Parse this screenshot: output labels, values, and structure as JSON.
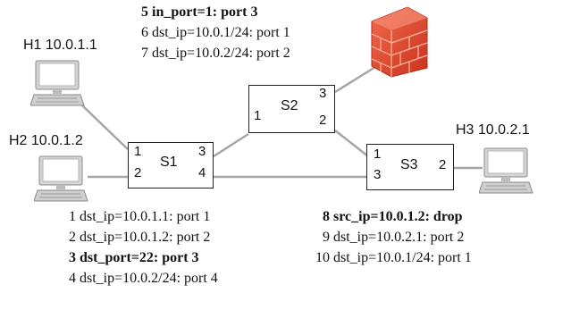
{
  "hosts": {
    "h1": {
      "label": "H1 10.0.1.1"
    },
    "h2": {
      "label": "H2 10.0.1.2"
    },
    "h3": {
      "label": "H3 10.0.2.1"
    }
  },
  "switches": {
    "s1": {
      "name": "S1",
      "ports": [
        "1",
        "2",
        "3",
        "4"
      ]
    },
    "s2": {
      "name": "S2",
      "ports": [
        "1",
        "3",
        "2"
      ]
    },
    "s3": {
      "name": "S3",
      "ports": [
        "1",
        "3",
        "2"
      ]
    }
  },
  "rules": {
    "s2": [
      {
        "text": "5 in_port=1: port 3",
        "bold": true
      },
      {
        "text": "6 dst_ip=10.0.1/24: port 1",
        "bold": false
      },
      {
        "text": "7 dst_ip=10.0.2/24: port 2",
        "bold": false
      }
    ],
    "s1": [
      {
        "text": "1 dst_ip=10.0.1.1: port 1",
        "bold": false
      },
      {
        "text": "2 dst_ip=10.0.1.2: port 2",
        "bold": false
      },
      {
        "text": "3 dst_port=22: port 3",
        "bold": true
      },
      {
        "text": "4 dst_ip=10.0.2/24: port 4",
        "bold": false
      }
    ],
    "s3": [
      {
        "text": "8 src_ip=10.0.1.2: drop",
        "bold": true
      },
      {
        "text": "9 dst_ip=10.0.2.1: port 2",
        "bold": false
      },
      {
        "text": "10 dst_ip=10.0.1/24: port 1",
        "bold": false
      }
    ]
  },
  "icons": {
    "host": "computer-icon",
    "firewall": "firewall-icon"
  },
  "colors": {
    "link": "#a6a6a6",
    "firewall": "#e8452c",
    "monitor": "#c8c8c8"
  }
}
